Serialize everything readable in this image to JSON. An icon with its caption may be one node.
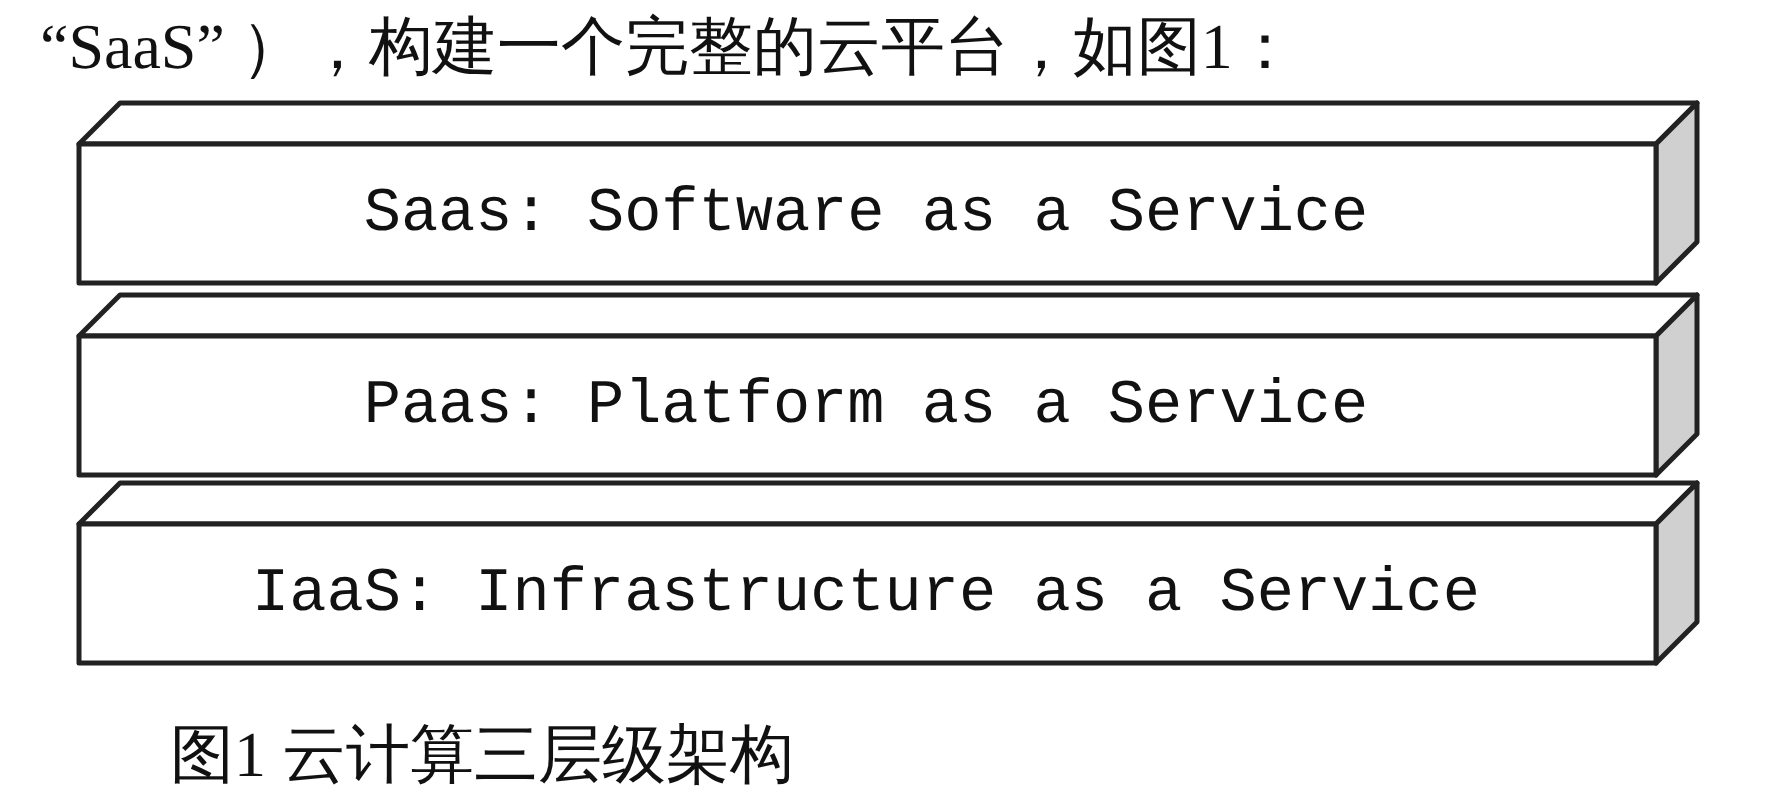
{
  "diagram": {
    "caption": "图1 云计算三层级架构",
    "nodes": [
      {
        "text": [
          "Saas: Software as a Service"
        ]
      },
      {
        "text": [
          "Paas: Platform as a Service"
        ]
      },
      {
        "text": [
          "IaaS: Infrastructure as a Service"
        ]
      }
    ],
    "labels": [
      "“SaaS” ），构建一个完整的云平台，如图1："
    ]
  }
}
